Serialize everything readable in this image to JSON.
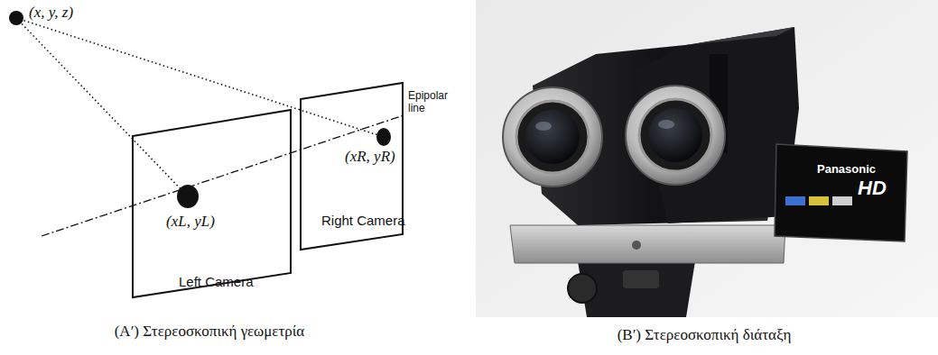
{
  "diagram": {
    "labels": [
      "(x, y, z)",
      "(xL, yL)",
      "(xR, yR)",
      "Epipolar line",
      "Left Camera",
      "Right Camera",
      "Panasonic",
      "HD",
      "(Α′) Στερεοσκοπική γεωμετρία",
      "(Β′) Στερεοσκοπική διάταξη"
    ]
  }
}
